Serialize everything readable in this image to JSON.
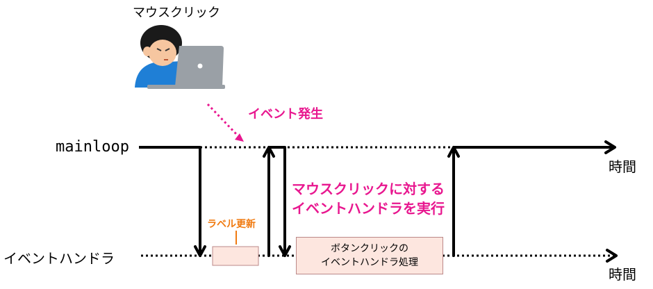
{
  "title": "マウスクリック",
  "mainloop_label": "mainloop",
  "handler_label": "イベントハンドラ",
  "time_label_top": "時間",
  "time_label_bottom": "時間",
  "event_label": "イベント発生",
  "exec_label_line1": "マウスクリックに対する",
  "exec_label_line2": "イベントハンドラを実行",
  "label_update": "ラベル更新",
  "button_handler_line1": "ボタンクリックの",
  "button_handler_line2": "イベントハンドラ処理",
  "colors": {
    "accent_pink": "#e8178f",
    "accent_orange": "#f07a10",
    "box_fill": "#fde6df"
  },
  "icons": [
    "person-at-laptop-illustration"
  ]
}
